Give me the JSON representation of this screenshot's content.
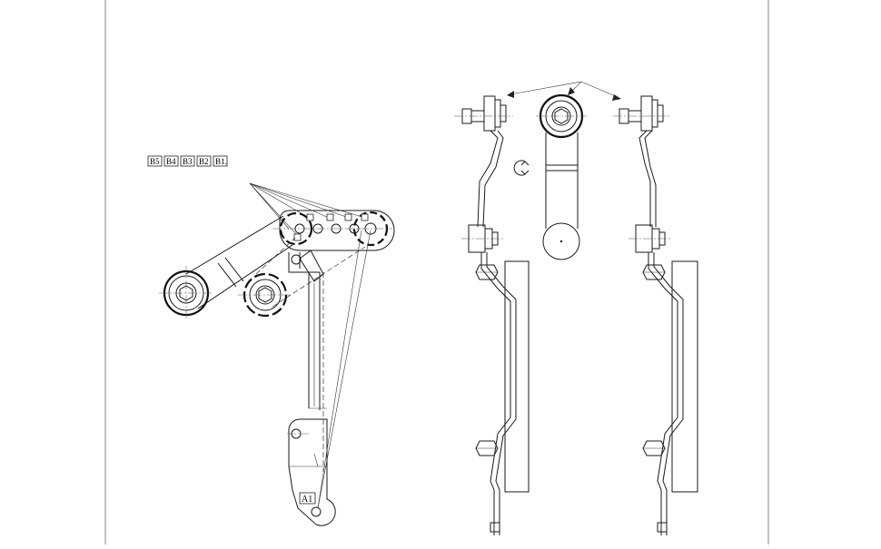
{
  "tags": {
    "b5": "B5",
    "b4": "B4",
    "b3": "B3",
    "b2": "B2",
    "b1": "B1.",
    "a1": "A1"
  }
}
